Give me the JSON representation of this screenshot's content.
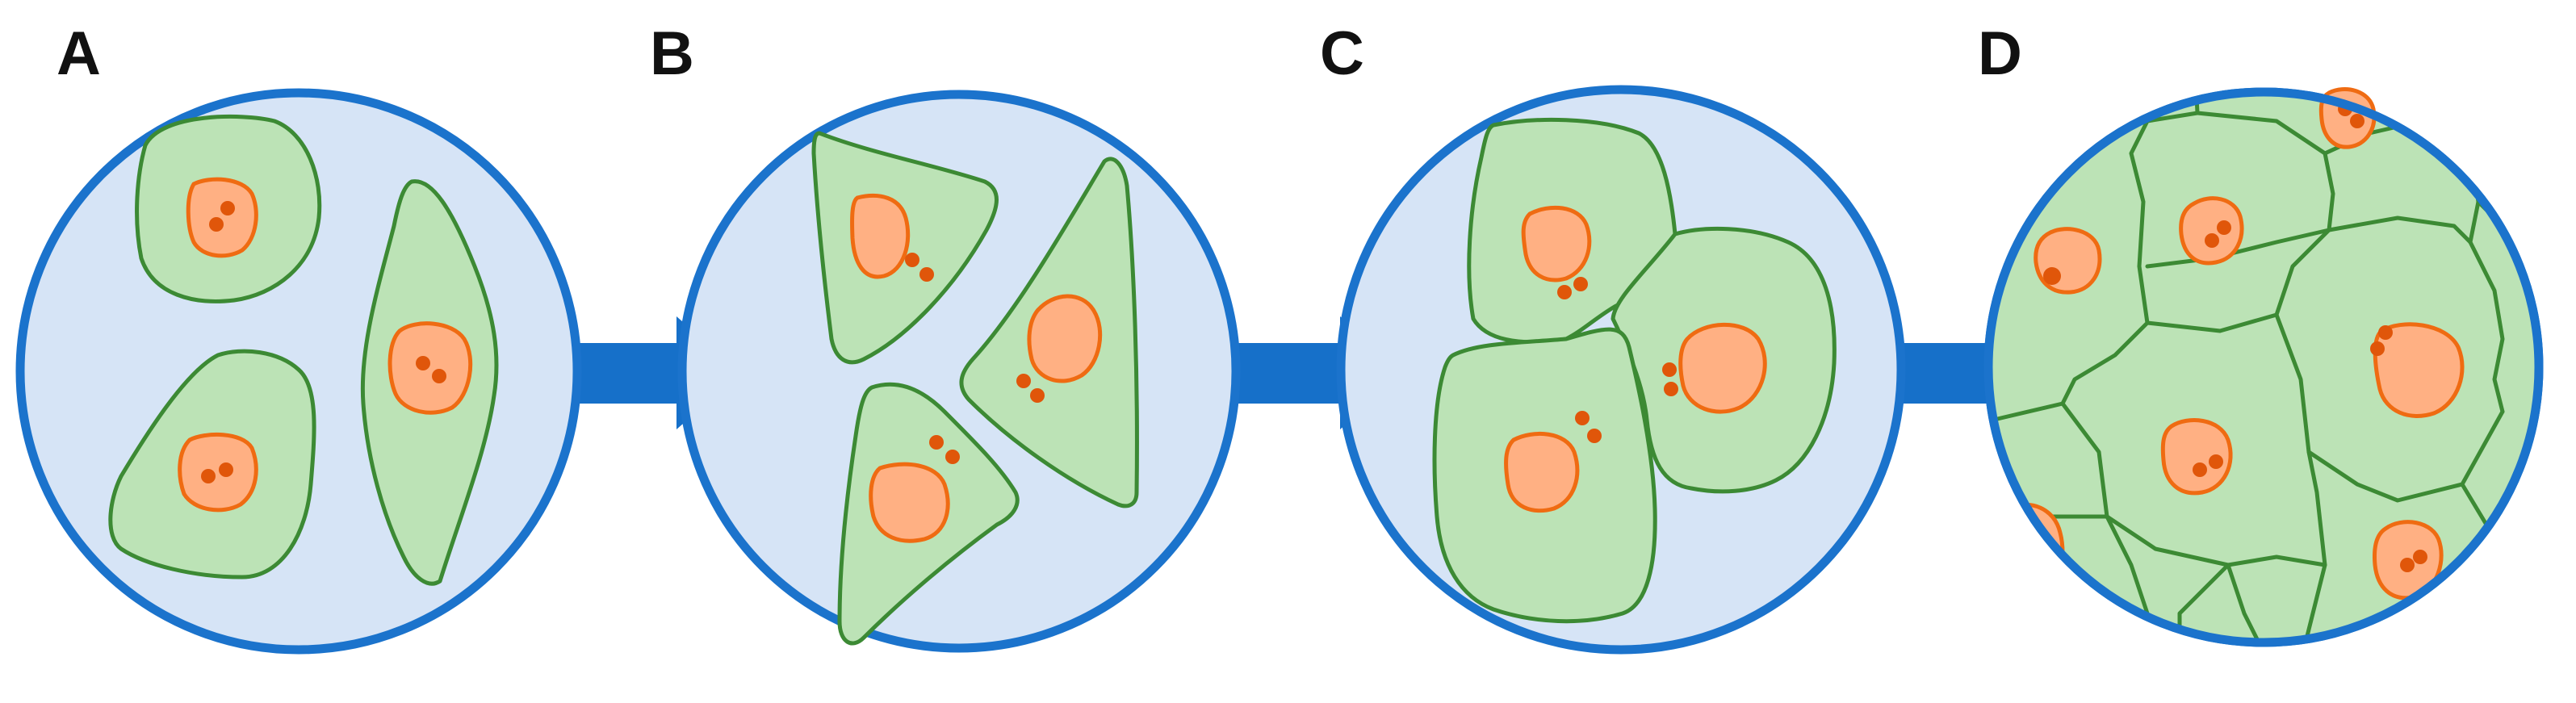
{
  "panels": [
    {
      "id": "a",
      "label": "A"
    },
    {
      "id": "b",
      "label": "B"
    },
    {
      "id": "c",
      "label": "C"
    },
    {
      "id": "d",
      "label": "D"
    }
  ],
  "colors": {
    "circle_fill": "#d6e4f6",
    "circle_stroke": "#1b73cc",
    "arrow": "#1670c9",
    "cell_fill": "#bce3b6",
    "cell_stroke": "#3c8a34",
    "nucleus_fill": "#ffb083",
    "nucleus_stroke": "#ef6b12",
    "nucleolus": "#e0560a"
  },
  "icons": {
    "arrow": "right-arrow-icon"
  }
}
